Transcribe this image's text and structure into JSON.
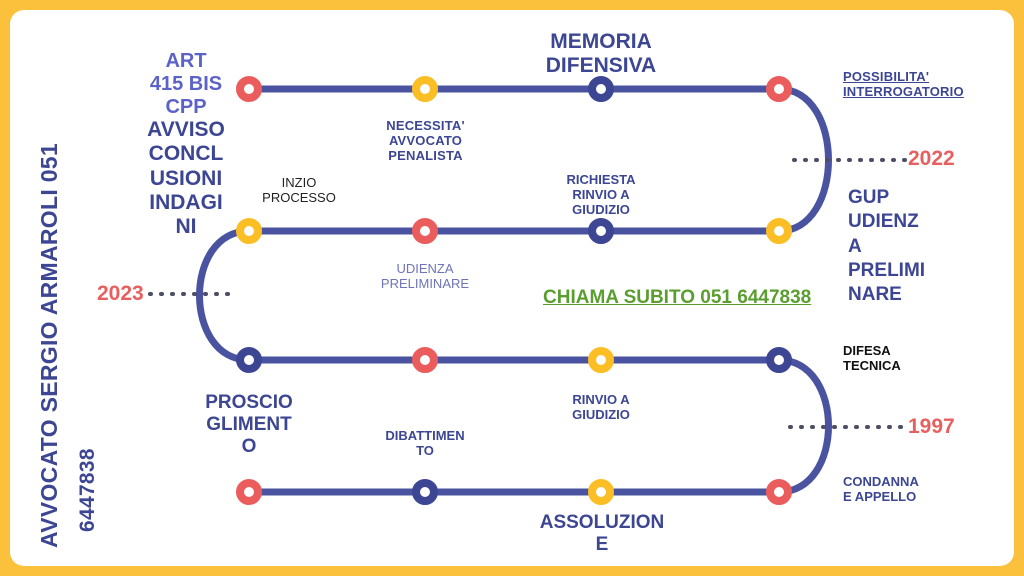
{
  "theme": {
    "frame_color": "#FBC13C",
    "card_color": "#FFFFFF",
    "line_color": "#4A53A0",
    "node_red": "#EB5D5D",
    "node_yellow": "#FBBE25",
    "node_blue": "#3C4693",
    "year_color": "#E76060",
    "cta_color": "#5A9E30",
    "label_blue_bold": "#3C4693",
    "label_blue_light": "#5C63C8",
    "label_grey_blue": "#6E74B8",
    "label_black": "#111111"
  },
  "sidebar": {
    "line1": "AVVOCATO SERGIO ARMAROLI 051",
    "line2": "6447838"
  },
  "cta": {
    "text": "CHIAMA SUBITO 051 6447838"
  },
  "years": [
    {
      "label": "2022"
    },
    {
      "label": "2023"
    },
    {
      "label": "1997"
    }
  ],
  "rows": [
    {
      "index": 1,
      "nodes": [
        {
          "color": "red",
          "label": ""
        },
        {
          "color": "yellow",
          "label": "NECESSITA'\nAVVOCATO\nPENALISTA"
        },
        {
          "color": "blue",
          "label": "MEMORIA\nDIFENSIVA"
        },
        {
          "color": "red",
          "label": "POSSIBILITA'\nINTERROGATORIO"
        }
      ]
    },
    {
      "index": 2,
      "nodes": [
        {
          "color": "yellow",
          "label": "INZIO\nPROCESSO"
        },
        {
          "color": "red",
          "label": "UDIENZA\nPRELIMINARE"
        },
        {
          "color": "blue",
          "label": "RICHIESTA\nRINVIO A\nGIUDIZIO"
        },
        {
          "color": "yellow",
          "label": "GUP\nUDIENZ\nA\nPRELIMI\nNARE"
        }
      ]
    },
    {
      "index": 3,
      "nodes": [
        {
          "color": "blue",
          "label": "PROSCIO\nGLIMENT\nO"
        },
        {
          "color": "red",
          "label": "DIBATTIMEN\nTO"
        },
        {
          "color": "yellow",
          "label": "RINVIO A\nGIUDIZIO"
        },
        {
          "color": "blue",
          "label": "DIFESA\nTECNICA"
        }
      ]
    },
    {
      "index": 4,
      "nodes": [
        {
          "color": "red",
          "label": ""
        },
        {
          "color": "blue",
          "label": ""
        },
        {
          "color": "yellow",
          "label": "ASSOLUZION\nE"
        },
        {
          "color": "red",
          "label": "CONDANNA\nE APPELLO"
        }
      ]
    }
  ],
  "labels": {
    "art_head": "ART\n415 BIS\nCPP",
    "art_body": "AVVISO\nCONCL\nUSIONI\nINDAGI\nNI",
    "necessita": "NECESSITA'\nAVVOCATO\nPENALISTA",
    "memoria": "MEMORIA\nDIFENSIVA",
    "possibilita": "POSSIBILITA'\nINTERROGATORIO",
    "inzio": "INZIO\nPROCESSO",
    "udienza": "UDIENZA\nPRELIMINARE",
    "richiesta": "RICHIESTA\nRINVIO A\nGIUDIZIO",
    "gup": "GUP\nUDIENZ\nA\nPRELIMI\nNARE",
    "proscioglimento": "PROSCIO\nGLIMENT\nO",
    "dibattimento": "DIBATTIMEN\nTO",
    "rinvio": "RINVIO A\nGIUDIZIO",
    "difesa": "DIFESA\nTECNICA",
    "assoluzione": "ASSOLUZION\nE",
    "condanna": "CONDANNA\nE APPELLO"
  }
}
